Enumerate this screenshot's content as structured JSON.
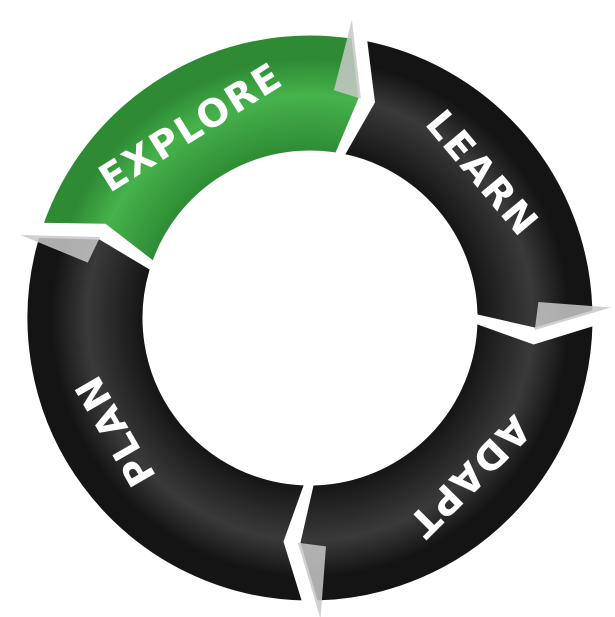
{
  "diagram": {
    "stages": [
      {
        "label": "EXPLORE",
        "active": true
      },
      {
        "label": "LEARN",
        "active": false
      },
      {
        "label": "ADAPT",
        "active": false
      },
      {
        "label": "PLAN",
        "active": false
      }
    ]
  },
  "colors": {
    "active_fill": "#2e8b34",
    "active_highlight": "#46b24a",
    "inactive_fill": "#141414",
    "inactive_highlight": "#3a3a3a",
    "arrow_tip_shade": "#c8c8c8",
    "label_text": "#ffffff",
    "outline": "#ffffff",
    "background": "#ffffff"
  }
}
